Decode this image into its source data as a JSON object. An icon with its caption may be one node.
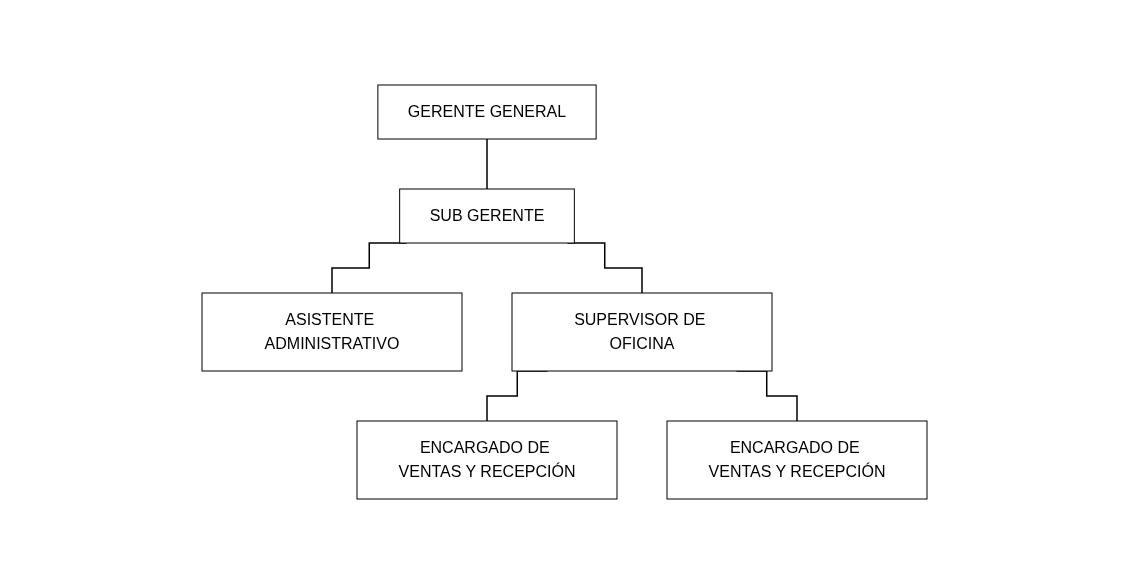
{
  "diagram": {
    "nodes": [
      {
        "text": [
          "GERENTE GENERAL"
        ]
      },
      {
        "text": [
          "SUB GERENTE"
        ]
      },
      {
        "text": [
          "ASISTENTE ADMINISTRATIVO"
        ]
      },
      {
        "text": [
          "SUPERVISOR DE OFICINA"
        ]
      },
      {
        "text": [
          "ENCARGADO DE VENTAS Y RECEPCIÓN"
        ]
      },
      {
        "text": [
          "ENCARGADO DE VENTAS Y RECEPCIÓN"
        ]
      }
    ],
    "edges": [
      {
        "from": 0,
        "to": 1,
        "arrow": "none"
      },
      {
        "from": 1,
        "to": 2,
        "arrow": "none"
      },
      {
        "from": 1,
        "to": 3,
        "arrow": "none"
      },
      {
        "from": 3,
        "to": 4,
        "arrow": "none"
      },
      {
        "from": 3,
        "to": 5,
        "arrow": "none"
      }
    ]
  }
}
